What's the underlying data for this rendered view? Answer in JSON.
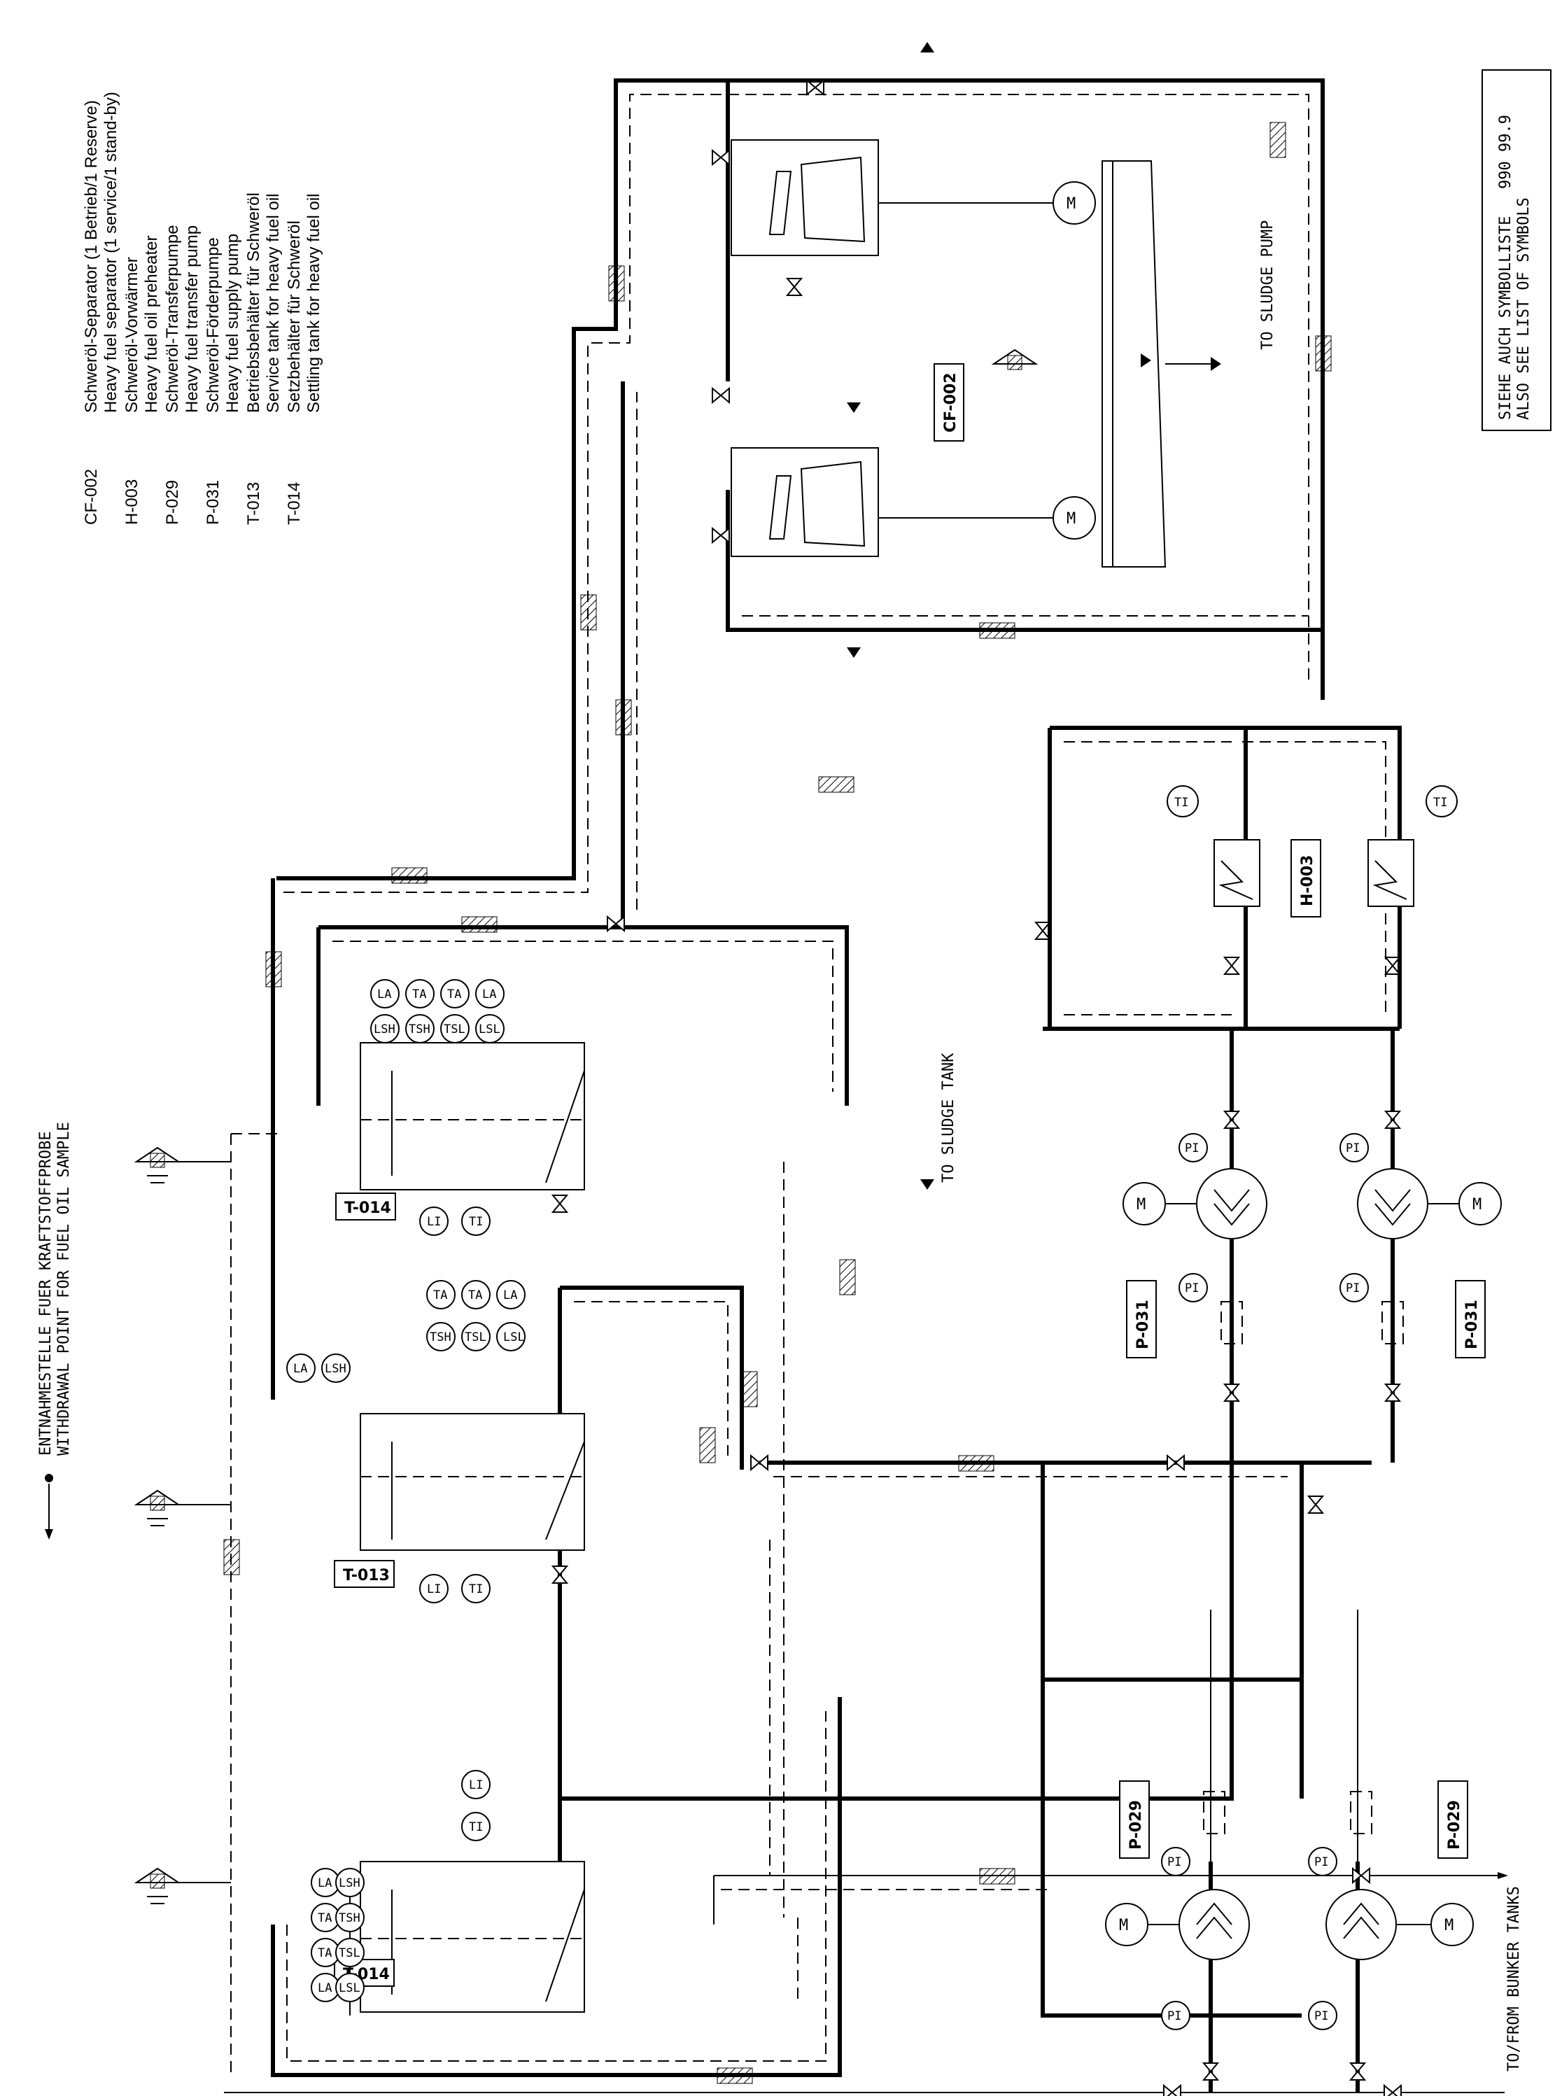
{
  "legend": [
    {
      "code": "CF-002",
      "de": "Schweröl-Separator (1 Betrieb/1 Reserve)",
      "en": "Heavy fuel separator (1 service/1 stand-by)"
    },
    {
      "code": "H-003",
      "de": "Schweröl-Vorwärmer",
      "en": "Heavy fuel oil preheater"
    },
    {
      "code": "P-029",
      "de": "Schweröl-Transferpumpe",
      "en": "Heavy fuel transfer pump"
    },
    {
      "code": "P-031",
      "de": "Schweröl-Förderpumpe",
      "en": "Heavy fuel supply pump"
    },
    {
      "code": "T-013",
      "de": "Betriebsbehälter für Schweröl",
      "en": "Service tank for heavy fuel oil"
    },
    {
      "code": "T-014",
      "de": "Setzbehälter für Schweröl",
      "en": "Settling tank for heavy fuel oil"
    }
  ],
  "notes": {
    "symbols_de": "SIEHE AUCH SYMBOLLISTE",
    "symbols_en": "ALSO SEE LIST OF SYMBOLS",
    "symbols_ref": "990 99.9",
    "sample_de": "ENTNAHMESTELLE FUER KRAFTSTOFFPROBE",
    "sample_en": "WITHDRAWAL POINT FOR FUEL OIL SAMPLE",
    "sludge_pump": "TO SLUDGE PUMP",
    "sludge_tank": "TO SLUDGE TANK",
    "bunker": "TO/FROM BUNKER TANKS"
  },
  "tags": {
    "separator": "CF-002",
    "preheater": "H-003",
    "transfer_pump": "P-029",
    "supply_pump": "P-031",
    "service_tank": "T-013",
    "settling_tank": "T-014"
  },
  "instruments": {
    "la": "LA",
    "lsh": "LSH",
    "ta": "TA",
    "tsh": "TSH",
    "tsl": "TSL",
    "lsl": "LSL",
    "li": "LI",
    "ti": "TI",
    "pi": "PI",
    "motor": "M"
  }
}
